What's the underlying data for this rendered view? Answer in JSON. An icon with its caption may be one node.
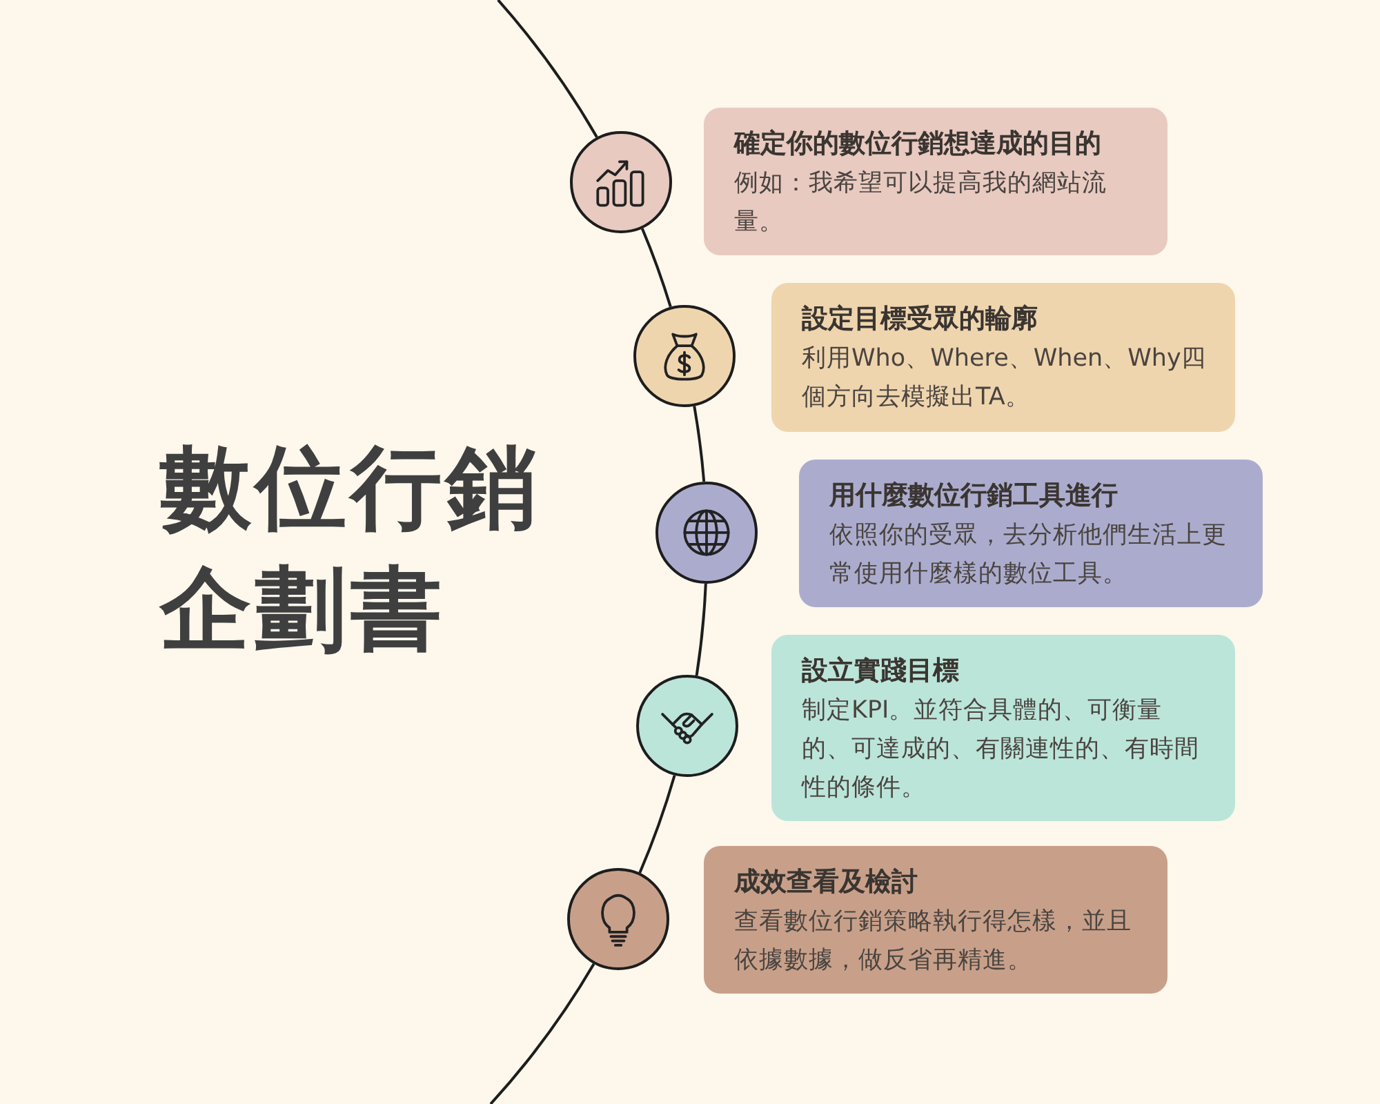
{
  "diagram": {
    "title": "數位行銷企劃書",
    "nodes": [
      {
        "text": [],
        "shape": "circle"
      },
      {
        "text": [
          "確定你的數位行銷想達成的目的",
          "例如：我希望可以提高我的網站流量。"
        ]
      },
      {
        "text": [],
        "shape": "circle"
      },
      {
        "text": [
          "設定目標受眾的輪廓",
          "利用Who、Where、When、Why四個方向去模擬出TA。"
        ]
      },
      {
        "text": [],
        "shape": "circle"
      },
      {
        "text": [
          "用什麼數位行銷工具進行",
          "依照你的受眾，去分析他們生活上更常使用什麼樣的數位工具。"
        ]
      },
      {
        "text": [],
        "shape": "circle"
      },
      {
        "text": [
          "設立實踐目標",
          "制定KPI。並符合具體的、可衡量的、可達成的、有關連性的、有時間性的條件。"
        ]
      },
      {
        "text": [],
        "shape": "circle"
      },
      {
        "text": [
          "成效查看及檢討",
          "查看數位行銷策略執行得怎樣，並且依據數據，做反省再精進。"
        ]
      }
    ],
    "edges": [
      {
        "from": null,
        "to": 0,
        "arrow": "none"
      },
      {
        "from": 0,
        "to": 2,
        "arrow": "none"
      },
      {
        "from": 2,
        "to": 4,
        "arrow": "none"
      },
      {
        "from": 4,
        "to": 6,
        "arrow": "none"
      },
      {
        "from": 6,
        "to": 8,
        "arrow": "none"
      },
      {
        "from": 8,
        "to": null,
        "arrow": "none"
      }
    ]
  }
}
